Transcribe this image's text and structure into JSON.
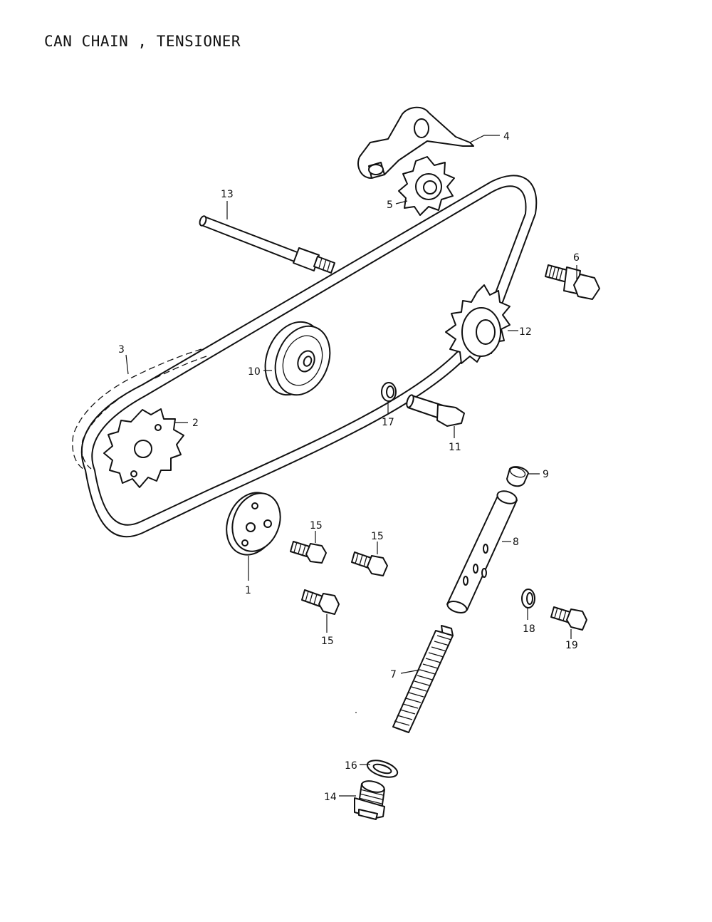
{
  "title": "CAN CHAIN , TENSIONER",
  "parts": [
    {
      "ref": "1"
    },
    {
      "ref": "2"
    },
    {
      "ref": "3"
    },
    {
      "ref": "4"
    },
    {
      "ref": "5"
    },
    {
      "ref": "6"
    },
    {
      "ref": "7"
    },
    {
      "ref": "8"
    },
    {
      "ref": "9"
    },
    {
      "ref": "10"
    },
    {
      "ref": "11"
    },
    {
      "ref": "12"
    },
    {
      "ref": "13"
    },
    {
      "ref": "14"
    },
    {
      "ref": "15"
    },
    {
      "ref": "15"
    },
    {
      "ref": "15"
    },
    {
      "ref": "16"
    },
    {
      "ref": "17"
    },
    {
      "ref": "18"
    },
    {
      "ref": "19"
    }
  ]
}
